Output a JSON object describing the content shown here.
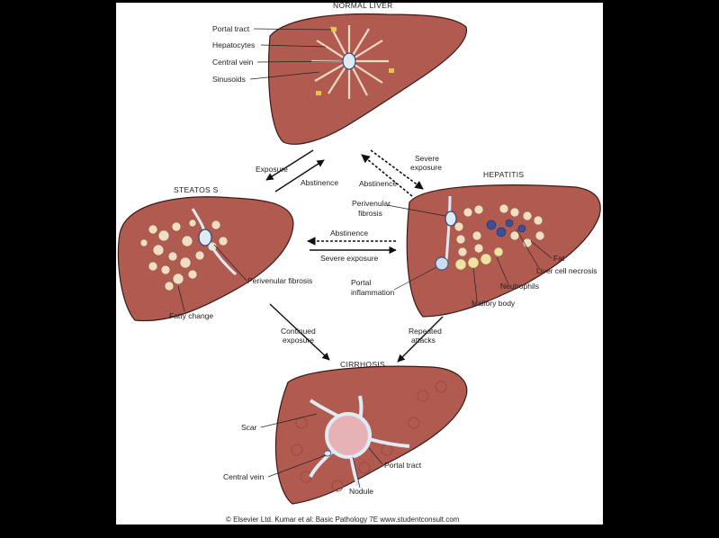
{
  "titles": {
    "normal": "NORMAL LIVER",
    "steatosis": "STEATOS S",
    "hepatitis": "HEPATITIS",
    "cirrhosis": "CIRRHOSIS"
  },
  "normal_labels": {
    "portal_tract": "Portal tract",
    "hepatocytes": "Hepatocytes",
    "central_vein": "Central vein",
    "sinusoids": "Sinusoids"
  },
  "arrows": {
    "exposure": "Exposure",
    "abstinence_1": "Abstinence",
    "severe_exposure_1": "Severe",
    "severe_exposure_2": "exposure",
    "abstinence_2": "Abstinence",
    "abstinence_3": "Abstinence",
    "severe_exposure_3": "Severe exposure",
    "continued_1": "Continued",
    "continued_2": "exposure",
    "repeated_1": "Repeated",
    "repeated_2": "attacks"
  },
  "steatosis_labels": {
    "perivenular_fibrosis": "Perivenular fibrosis",
    "fatty_change": "Fatty change"
  },
  "hepatitis_labels": {
    "perivenular_1": "Perivenular",
    "perivenular_2": "fibrosis",
    "fat": "Fat",
    "liver_cell_necrosis": "Liver cell necrosis",
    "neutrophils": "Neutrophils",
    "portal_inflammation_1": "Portal",
    "portal_inflammation_2": "inflammation",
    "mallory_body": "Mallory body"
  },
  "cirrhosis_labels": {
    "scar": "Scar",
    "central_vein": "Central vein",
    "portal_tract": "Portal tract",
    "nodule": "Nodule"
  },
  "copyright": "© Elsevier Ltd. Kumar et al: Basic Pathology 7E www.studentconsult.com"
}
